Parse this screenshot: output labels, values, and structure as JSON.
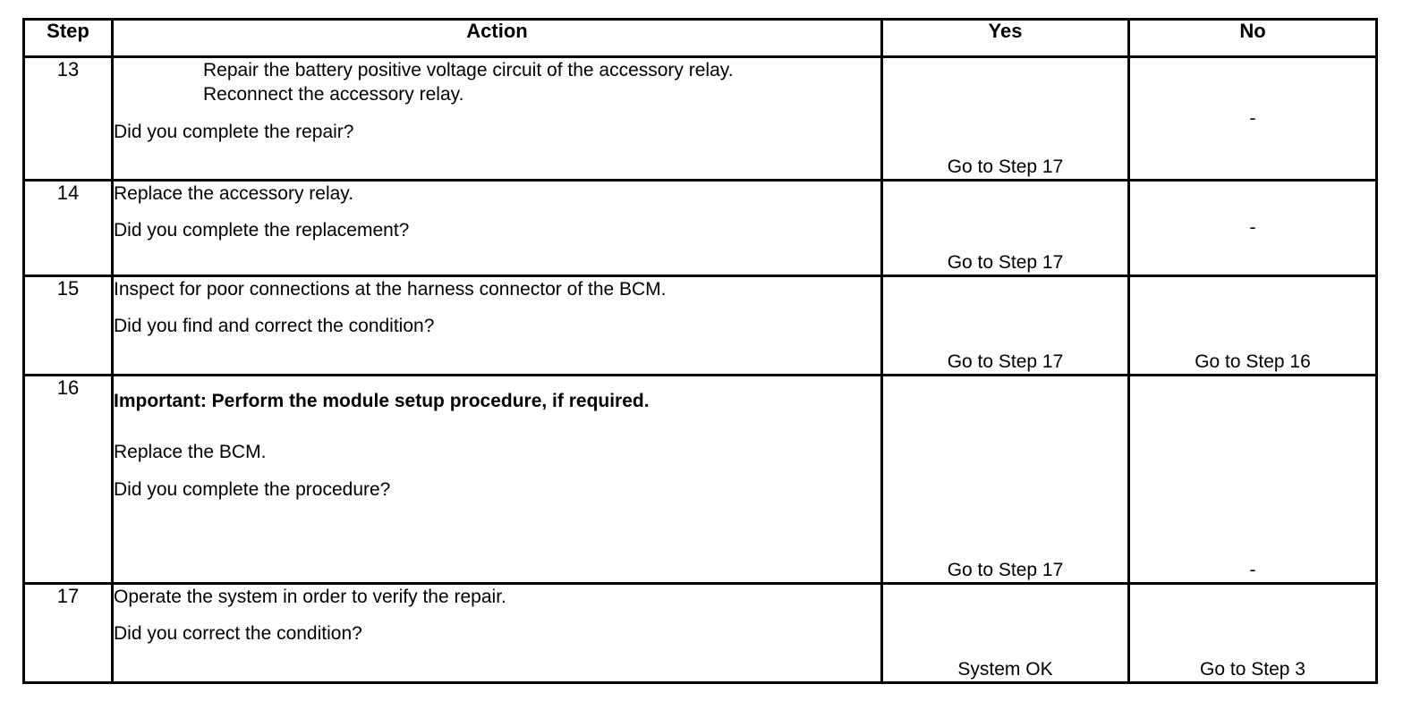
{
  "table": {
    "headers": {
      "step": "Step",
      "action": "Action",
      "yes": "Yes",
      "no": "No"
    },
    "rows": [
      {
        "step": "13",
        "action_lines": [
          "Repair the battery positive voltage circuit of the accessory relay.",
          "Reconnect the accessory relay."
        ],
        "question": "Did you complete the repair?",
        "yes": "Go to Step 17",
        "no": "-"
      },
      {
        "step": "14",
        "action_lines": [
          "Replace the accessory relay."
        ],
        "question": "Did you complete the replacement?",
        "yes": "Go to Step 17",
        "no": "-"
      },
      {
        "step": "15",
        "action_lines": [
          "Inspect for poor connections at the harness connector of the BCM."
        ],
        "question": "Did you find and correct the condition?",
        "yes": "Go to Step 17",
        "no": "Go to Step 16"
      },
      {
        "step": "16",
        "action_lines": [
          "Important: Perform the module setup procedure, if required.",
          "Replace the BCM."
        ],
        "question": "Did you complete the procedure?",
        "yes": "Go to Step 17",
        "no": "-"
      },
      {
        "step": "17",
        "action_lines": [
          "Operate the system in order to verify the repair."
        ],
        "question": "Did you correct the condition?",
        "yes": "System OK",
        "no": "Go to Step 3"
      }
    ]
  }
}
